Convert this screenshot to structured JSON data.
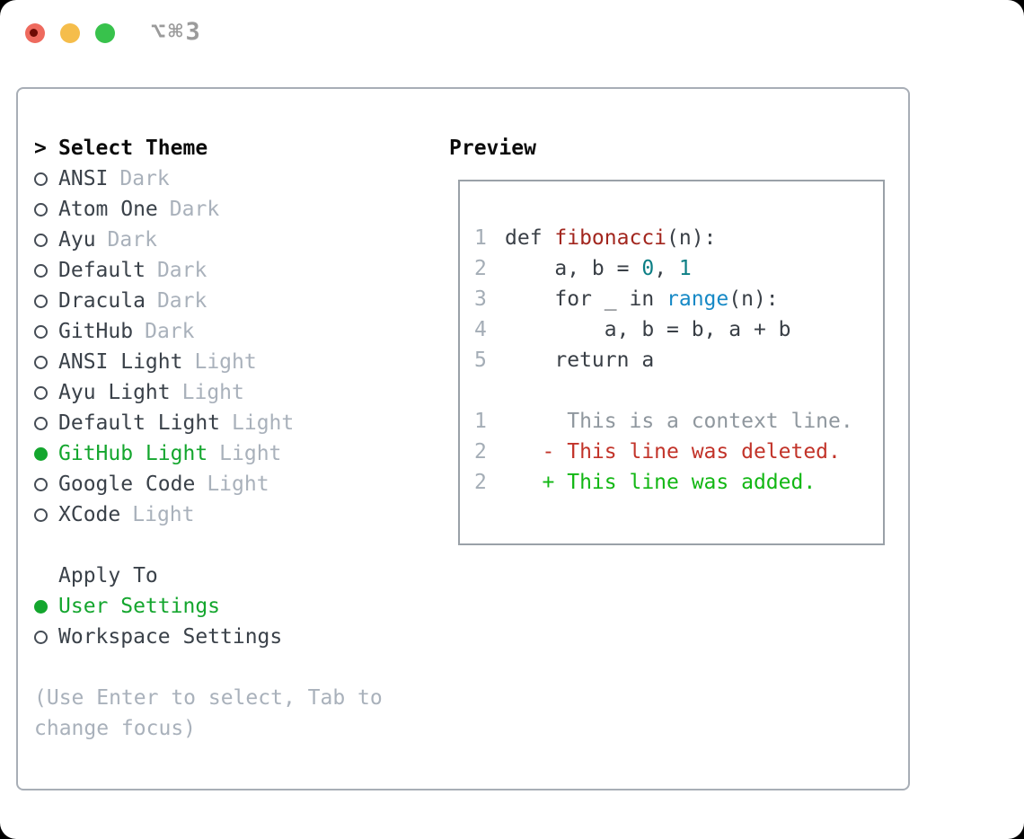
{
  "window": {
    "title": "⌥⌘3",
    "traffic_lights": [
      "close",
      "minimize",
      "zoom"
    ]
  },
  "theme_selector": {
    "heading_marker": ">",
    "heading": "Select Theme",
    "items": [
      {
        "name": "ANSI",
        "tag": "Dark",
        "selected": false
      },
      {
        "name": "Atom One",
        "tag": "Dark",
        "selected": false
      },
      {
        "name": "Ayu",
        "tag": "Dark",
        "selected": false
      },
      {
        "name": "Default",
        "tag": "Dark",
        "selected": false
      },
      {
        "name": "Dracula",
        "tag": "Dark",
        "selected": false
      },
      {
        "name": "GitHub",
        "tag": "Dark",
        "selected": false
      },
      {
        "name": "ANSI Light",
        "tag": "Light",
        "selected": false
      },
      {
        "name": "Ayu Light",
        "tag": "Light",
        "selected": false
      },
      {
        "name": "Default Light",
        "tag": "Light",
        "selected": false
      },
      {
        "name": "GitHub Light",
        "tag": "Light",
        "selected": true
      },
      {
        "name": "Google Code",
        "tag": "Light",
        "selected": false
      },
      {
        "name": "XCode",
        "tag": "Light",
        "selected": false
      }
    ]
  },
  "apply_to": {
    "heading": "Apply To",
    "options": [
      {
        "label": "User Settings",
        "selected": true
      },
      {
        "label": "Workspace Settings",
        "selected": false
      }
    ]
  },
  "help": {
    "line1": "(Use Enter to select, Tab to",
    "line2": "change focus)"
  },
  "preview": {
    "heading": "Preview",
    "lines": [
      {
        "number": "1",
        "segments": [
          {
            "text": "def ",
            "color": "default"
          },
          {
            "text": "fibonacci",
            "color": "function"
          },
          {
            "text": "(n):",
            "color": "default"
          }
        ]
      },
      {
        "number": "2",
        "segments": [
          {
            "text": "    a, b = ",
            "color": "default"
          },
          {
            "text": "0",
            "color": "number"
          },
          {
            "text": ", ",
            "color": "default"
          },
          {
            "text": "1",
            "color": "number"
          }
        ]
      },
      {
        "number": "3",
        "segments": [
          {
            "text": "    for _ in ",
            "color": "default"
          },
          {
            "text": "range",
            "color": "builtin"
          },
          {
            "text": "(n):",
            "color": "default"
          }
        ]
      },
      {
        "number": "4",
        "segments": [
          {
            "text": "        a, b = b, a + b",
            "color": "default"
          }
        ]
      },
      {
        "number": "5",
        "segments": [
          {
            "text": "    return a",
            "color": "default"
          }
        ]
      },
      {
        "number": "",
        "segments": []
      },
      {
        "number": "1",
        "segments": [
          {
            "text": "     This is a context line.",
            "color": "context"
          }
        ]
      },
      {
        "number": "2",
        "segments": [
          {
            "text": "   - This line was deleted.",
            "color": "deleted"
          }
        ]
      },
      {
        "number": "2",
        "segments": [
          {
            "text": "   + This line was added.",
            "color": "added"
          }
        ]
      }
    ]
  },
  "colors": {
    "light-red": "#ee6a5e",
    "light-red-dot": "#6e0b04",
    "light-yellow": "#f5bd4b",
    "light-green": "#38c24c",
    "title-gray": "#9b9b9b",
    "panel-border": "#a8aeb6",
    "box-border": "#9aa1a8",
    "text-dark": "#3a4149",
    "muted": "#a9b1bb",
    "accent-green": "#14a62e",
    "code-default": "#393f46",
    "function-red": "#a2261e",
    "number-teal": "#0c7f85",
    "builtin-blue": "#1689c6",
    "context-gray": "#8f979e",
    "deleted-red": "#c23329",
    "added-green": "#12b714",
    "line-number": "#a4adb6"
  }
}
